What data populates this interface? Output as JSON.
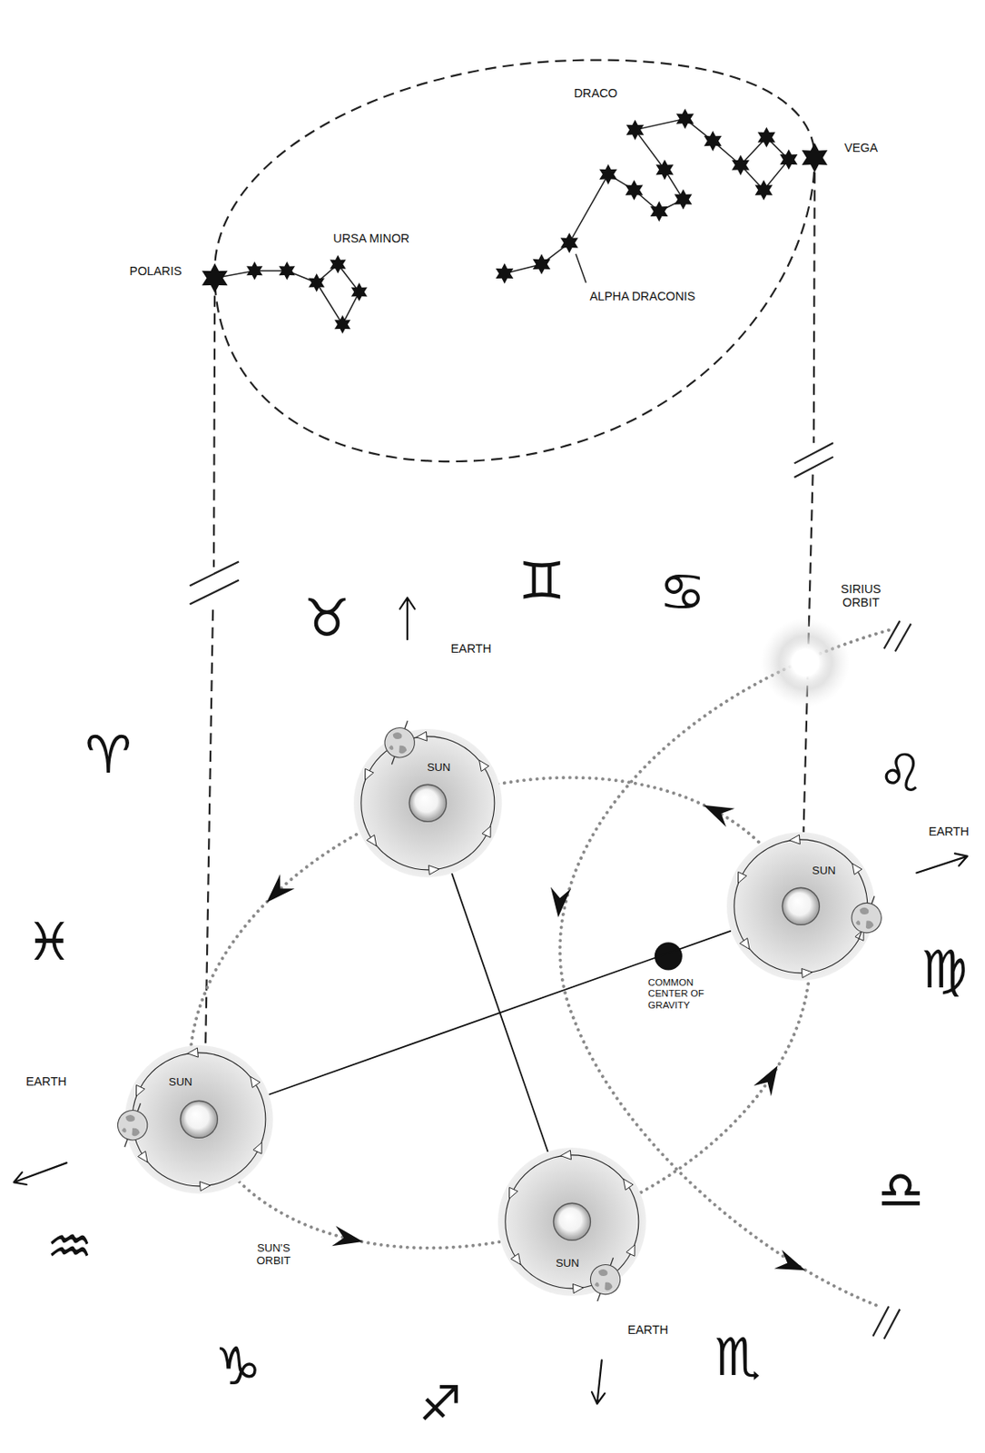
{
  "diagram": {
    "nodes": [
      {
        "text": [
          "SUN"
        ]
      },
      {
        "text": [
          "SUN"
        ]
      },
      {
        "text": [
          "SUN"
        ]
      },
      {
        "text": [
          "SUN"
        ]
      }
    ],
    "edges": [
      {
        "from": 0,
        "to": 3,
        "arrow": "none"
      },
      {
        "from": 2,
        "to": 1,
        "arrow": "none"
      }
    ],
    "labels": [
      "DRACO",
      "VEGA",
      "URSA MINOR",
      "POLARIS",
      "ALPHA DRACONIS",
      "♊︎",
      "♋︎",
      "SIRIUS ORBIT",
      "♉︎",
      "EARTH",
      "♈︎",
      "♌︎",
      "EARTH",
      "♓︎",
      "♍︎",
      "COMMON CENTER OF GRAVITY",
      "EARTH",
      "♎︎",
      "SUN'S ORBIT",
      "♒︎",
      "EARTH",
      "♏︎",
      "♑︎",
      "♐︎"
    ]
  }
}
